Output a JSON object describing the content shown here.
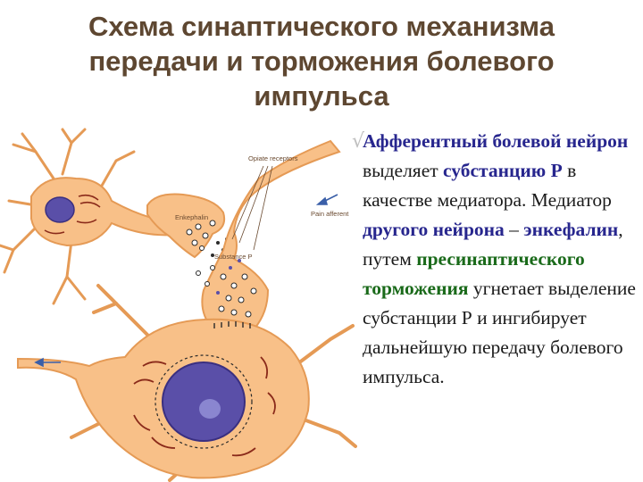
{
  "title": {
    "line1": "Схема синаптического механизма",
    "line2": "передачи  и торможения болевого",
    "line3": "импульса"
  },
  "figure": {
    "labels": {
      "opiate_receptors": "Opiate receptors",
      "enkephalin": "Enkephalin",
      "pain_afferent": "Pain afferent",
      "substance_p": "Substance P"
    }
  },
  "description": {
    "bullet": "√",
    "p1": "Афферентный болевой нейрон",
    "p2": " выделяет ",
    "p3": "субстанцию Р",
    "p4": " в качестве медиатора. Медиатор ",
    "p5": "другого нейрона",
    "p6": " – ",
    "p7": "энкефалин",
    "p8": ", путем ",
    "p9": "пресинаптического торможения",
    "p10": " угнетает выделение субстанции Р и ингибирует дальнейшую передачу болевого импульса."
  },
  "colors": {
    "title": "#5e4731",
    "neuron_fill": "#f8c088",
    "neuron_stroke": "#e59a55",
    "nucleus": "#5a4fa8",
    "keyword_blue": "#27268e",
    "keyword_green": "#1a6a1a"
  }
}
